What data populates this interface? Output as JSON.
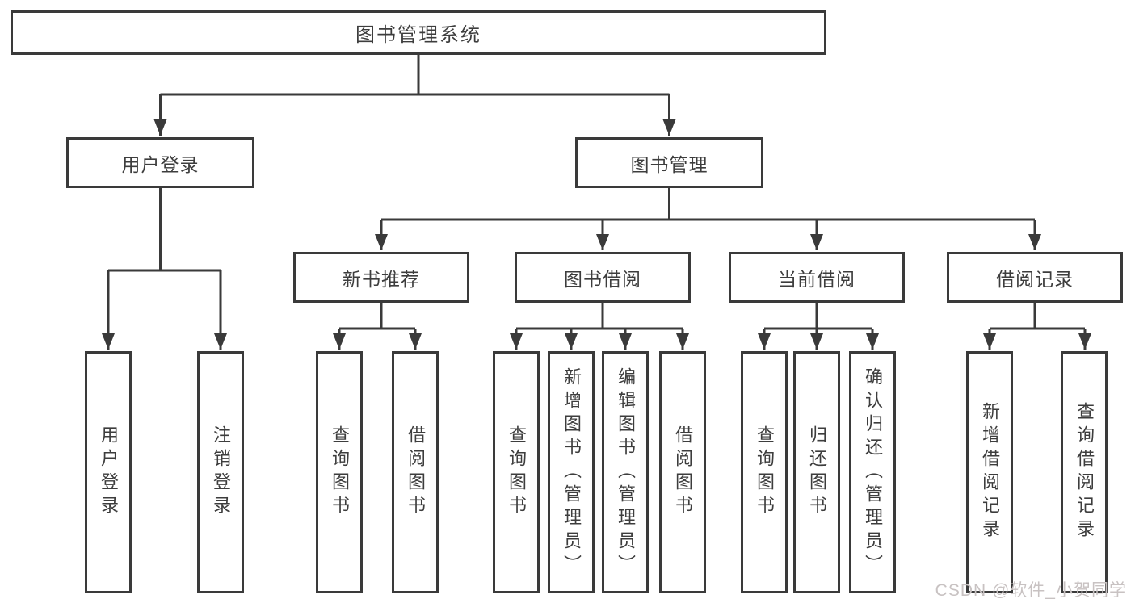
{
  "tree": {
    "label": "图书管理系统",
    "children": [
      {
        "label": "用户登录",
        "children": [
          {
            "label": "用户登录"
          },
          {
            "label": "注销登录"
          }
        ]
      },
      {
        "label": "图书管理",
        "children": [
          {
            "label": "新书推荐",
            "children": [
              {
                "label": "查询图书"
              },
              {
                "label": "借阅图书"
              }
            ]
          },
          {
            "label": "图书借阅",
            "children": [
              {
                "label": "查询图书"
              },
              {
                "label": "新增图书（管理员）"
              },
              {
                "label": "编辑图书（管理员）"
              },
              {
                "label": "借阅图书"
              }
            ]
          },
          {
            "label": "当前借阅",
            "children": [
              {
                "label": "查询图书"
              },
              {
                "label": "归还图书"
              },
              {
                "label": "确认归还（管理员）"
              }
            ]
          },
          {
            "label": "借阅记录",
            "children": [
              {
                "label": "新增借阅记录"
              },
              {
                "label": "查询借阅记录"
              }
            ]
          }
        ]
      }
    ]
  },
  "watermark": {
    "text": "CSDN @软件_小贺同学"
  },
  "colors": {
    "line": "#3a3a3a",
    "text": "#3d3d3d",
    "watermark": "#c8c2c2",
    "background": "#ffffff"
  }
}
